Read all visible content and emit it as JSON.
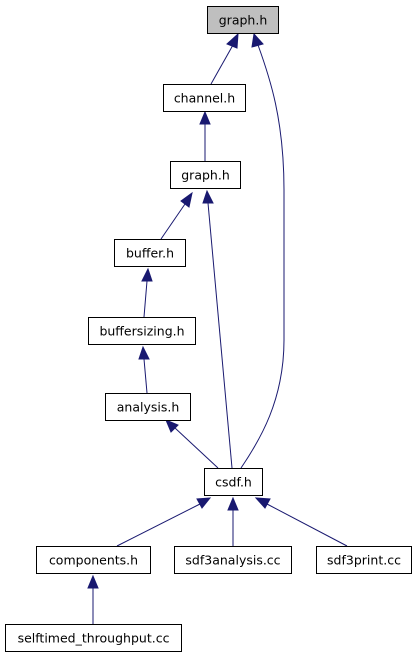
{
  "colors": {
    "edge": "#191970",
    "node_fill": "#ffffff",
    "root_fill": "#bfbfbf",
    "node_border": "#000000"
  },
  "nodes": {
    "graph_top": "graph.h",
    "channel": "channel.h",
    "graph_mid": "graph.h",
    "buffer": "buffer.h",
    "buffersizing": "buffersizing.h",
    "analysis": "analysis.h",
    "csdf": "csdf.h",
    "components": "components.h",
    "sdf3analysis": "sdf3analysis.cc",
    "sdf3print": "sdf3print.cc",
    "selftimed": "selftimed_throughput.cc"
  }
}
